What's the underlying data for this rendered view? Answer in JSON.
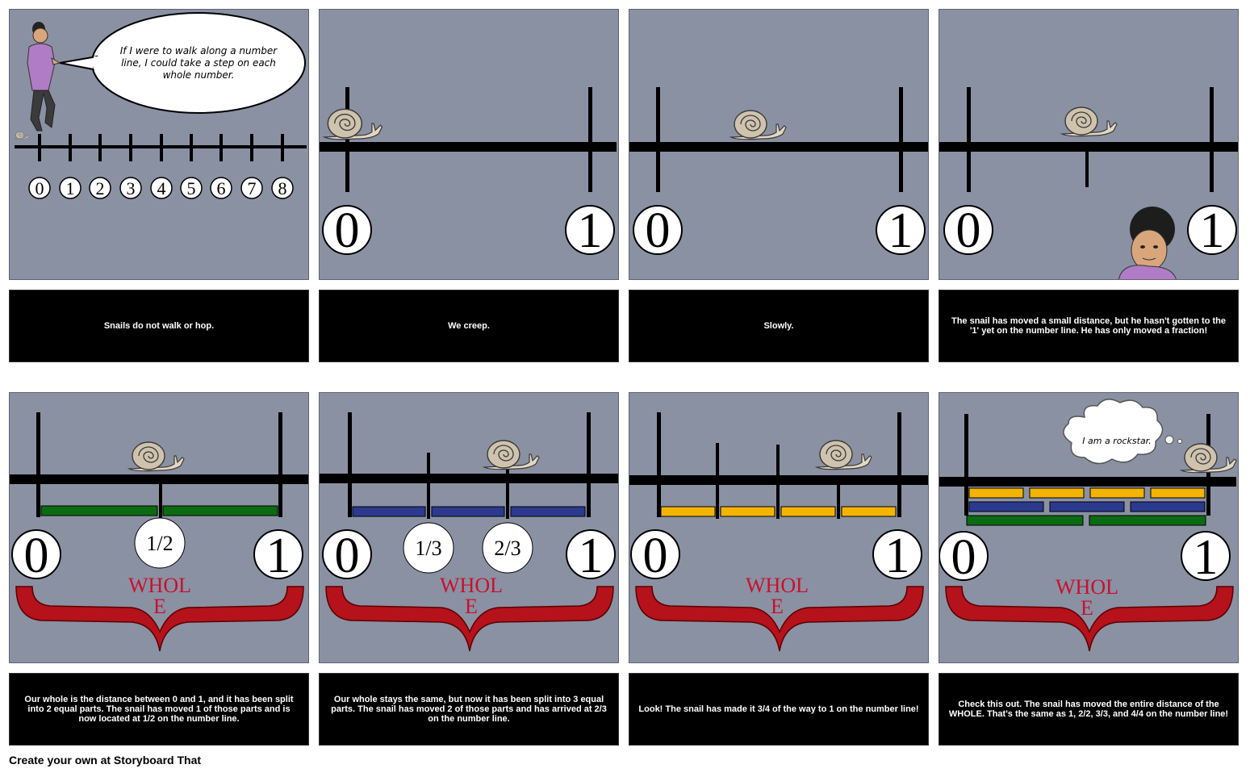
{
  "panels": [
    {
      "speech": "If I were to walk along a number line, I could take a step on each whole number.",
      "numbers": [
        "0",
        "1",
        "2",
        "3",
        "4",
        "5",
        "6",
        "7",
        "8"
      ],
      "caption": "Snails do not walk or hop."
    },
    {
      "left_label": "0",
      "right_label": "1",
      "caption": "We creep."
    },
    {
      "left_label": "0",
      "right_label": "1",
      "caption": "Slowly."
    },
    {
      "left_label": "0",
      "right_label": "1",
      "caption": "The snail has moved a small distance, but he hasn't gotten to the '1' yet on the number line. He has only moved a fraction!"
    },
    {
      "left_label": "0",
      "right_label": "1",
      "fraction": "1/2",
      "whole_label": "WHOLE",
      "caption": "Our whole is the distance between 0 and 1, and it has been split into 2 equal parts. The snail has moved 1 of those parts and is now located at 1/2 on the number line."
    },
    {
      "left_label": "0",
      "right_label": "1",
      "fractions": [
        "1/3",
        "2/3"
      ],
      "whole_label": "WHOLE",
      "caption": "Our whole stays the same, but now it has been split into 3 equal parts. The snail has moved 2 of those parts and has arrived at 2/3 on the number line."
    },
    {
      "left_label": "0",
      "right_label": "1",
      "whole_label": "WHOLE",
      "caption": "Look! The snail has made it 3/4 of the way to 1 on the number line!"
    },
    {
      "left_label": "0",
      "right_label": "1",
      "whole_label": "WHOLE",
      "thought": "I am a rockstar.",
      "caption": "Check this out. The snail has moved the entire distance of the WHOLE. That's the same as 1, 2/2, 3/3, and 4/4 on the number line!"
    }
  ],
  "footer": "Create your own at Storyboard That",
  "colors": {
    "panel_bg": "#8a91a3",
    "brace_red": "#b5121b",
    "half_bar": "#0b6b12",
    "third_bar": "#2b3a8f",
    "quarter_bar": "#f4b400"
  }
}
